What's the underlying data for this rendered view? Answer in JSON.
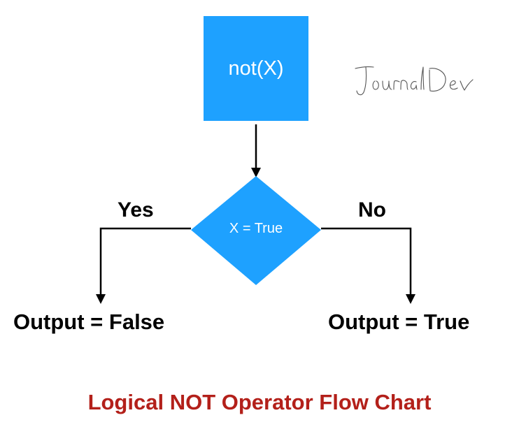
{
  "start_node": {
    "label": "not(X)"
  },
  "decision_node": {
    "label": "X = True"
  },
  "branches": {
    "yes_label": "Yes",
    "no_label": "No"
  },
  "outputs": {
    "false_label": "Output = False",
    "true_label": "Output = True"
  },
  "title": "Logical NOT Operator Flow Chart",
  "watermark": {
    "text": "JournalDev"
  },
  "colors": {
    "node_fill": "#1ea1ff",
    "title": "#b3201a",
    "connector": "#000000"
  }
}
